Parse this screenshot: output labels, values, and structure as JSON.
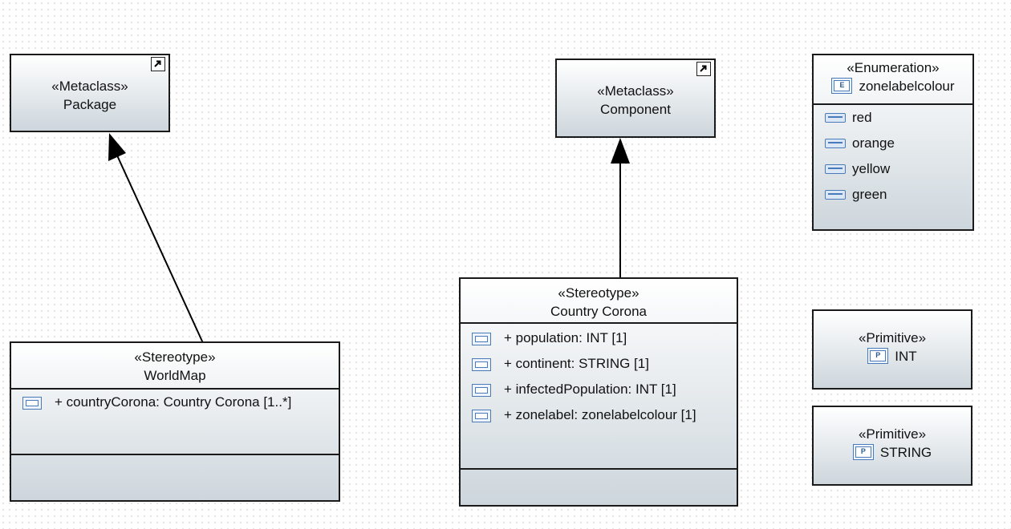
{
  "package_metaclass": {
    "stereotype": "«Metaclass»",
    "name": "Package"
  },
  "component_metaclass": {
    "stereotype": "«Metaclass»",
    "name": "Component"
  },
  "enumeration": {
    "stereotype": "«Enumeration»",
    "icon": "enumeration-icon",
    "name": "zonelabelcolour",
    "literals": [
      "red",
      "orange",
      "yellow",
      "green"
    ]
  },
  "worldmap": {
    "stereotype": "«Stereotype»",
    "name": "WorldMap",
    "attributes": [
      "+ countryCorona: Country Corona [1..*]"
    ]
  },
  "country_corona": {
    "stereotype": "«Stereotype»",
    "name": "Country Corona",
    "attributes": [
      "+ population: INT [1]",
      "+ continent: STRING [1]",
      "+ infectedPopulation: INT [1]",
      "+ zonelabel: zonelabelcolour [1]"
    ]
  },
  "primitive_int": {
    "stereotype": "«Primitive»",
    "icon": "primitive-icon",
    "name": "INT"
  },
  "primitive_string": {
    "stereotype": "«Primitive»",
    "icon": "primitive-icon",
    "name": "STRING"
  }
}
